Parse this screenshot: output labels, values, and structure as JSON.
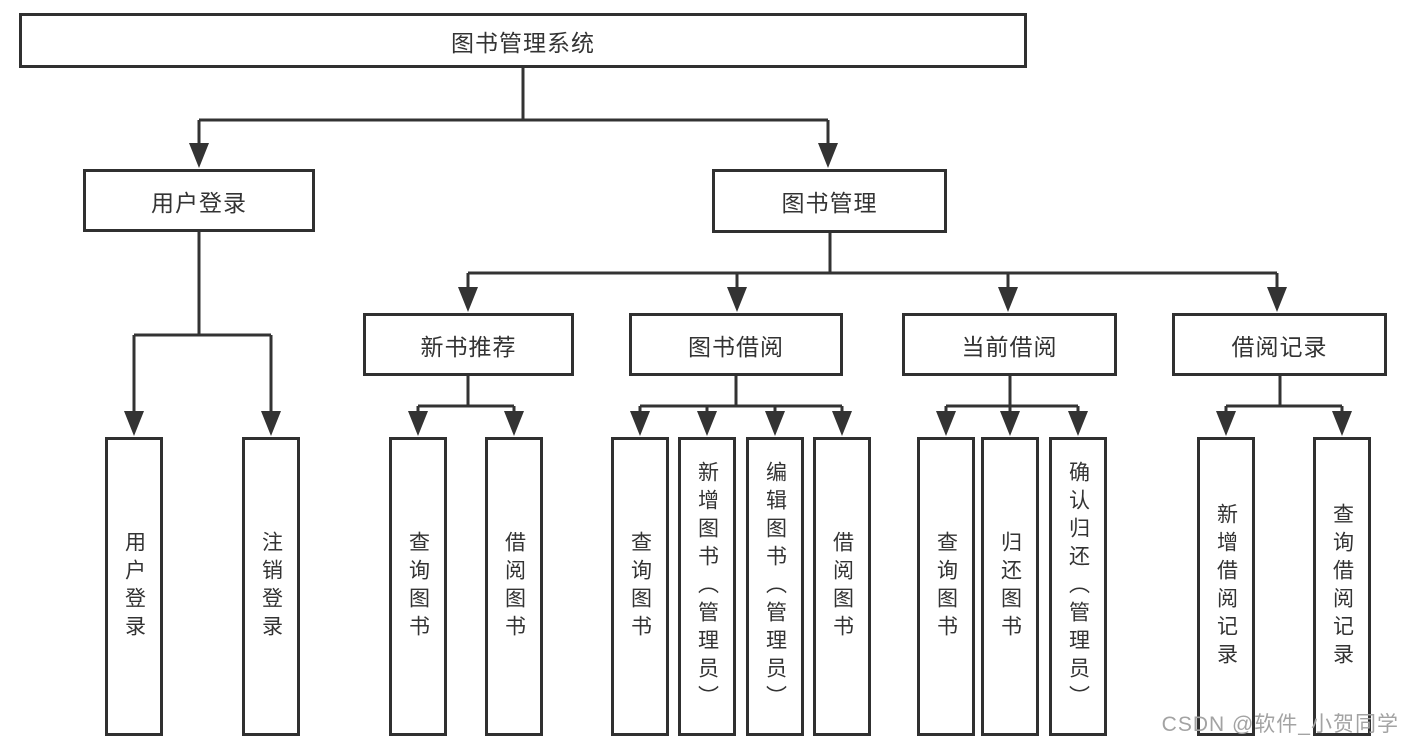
{
  "diagram_title": "图书管理系统",
  "tree": {
    "label": "图书管理系统",
    "children": [
      {
        "label": "用户登录",
        "children": [
          {
            "label": "用户登录"
          },
          {
            "label": "注销登录"
          }
        ]
      },
      {
        "label": "图书管理",
        "children": [
          {
            "label": "新书推荐",
            "children": [
              {
                "label": "查询图书"
              },
              {
                "label": "借阅图书"
              }
            ]
          },
          {
            "label": "图书借阅",
            "children": [
              {
                "label": "查询图书"
              },
              {
                "label": "新增图书（管理员）"
              },
              {
                "label": "编辑图书（管理员）"
              },
              {
                "label": "借阅图书"
              }
            ]
          },
          {
            "label": "当前借阅",
            "children": [
              {
                "label": "查询图书"
              },
              {
                "label": "归还图书"
              },
              {
                "label": "确认归还（管理员）"
              }
            ]
          },
          {
            "label": "借阅记录",
            "children": [
              {
                "label": "新增借阅记录"
              },
              {
                "label": "查询借阅记录"
              }
            ]
          }
        ]
      }
    ]
  },
  "watermark": "CSDN @软件_小贺同学",
  "colors": {
    "line": "#333333",
    "box_border": "#303030",
    "text": "#333333",
    "watermark": "#a3a3a3",
    "background": "#ffffff"
  }
}
